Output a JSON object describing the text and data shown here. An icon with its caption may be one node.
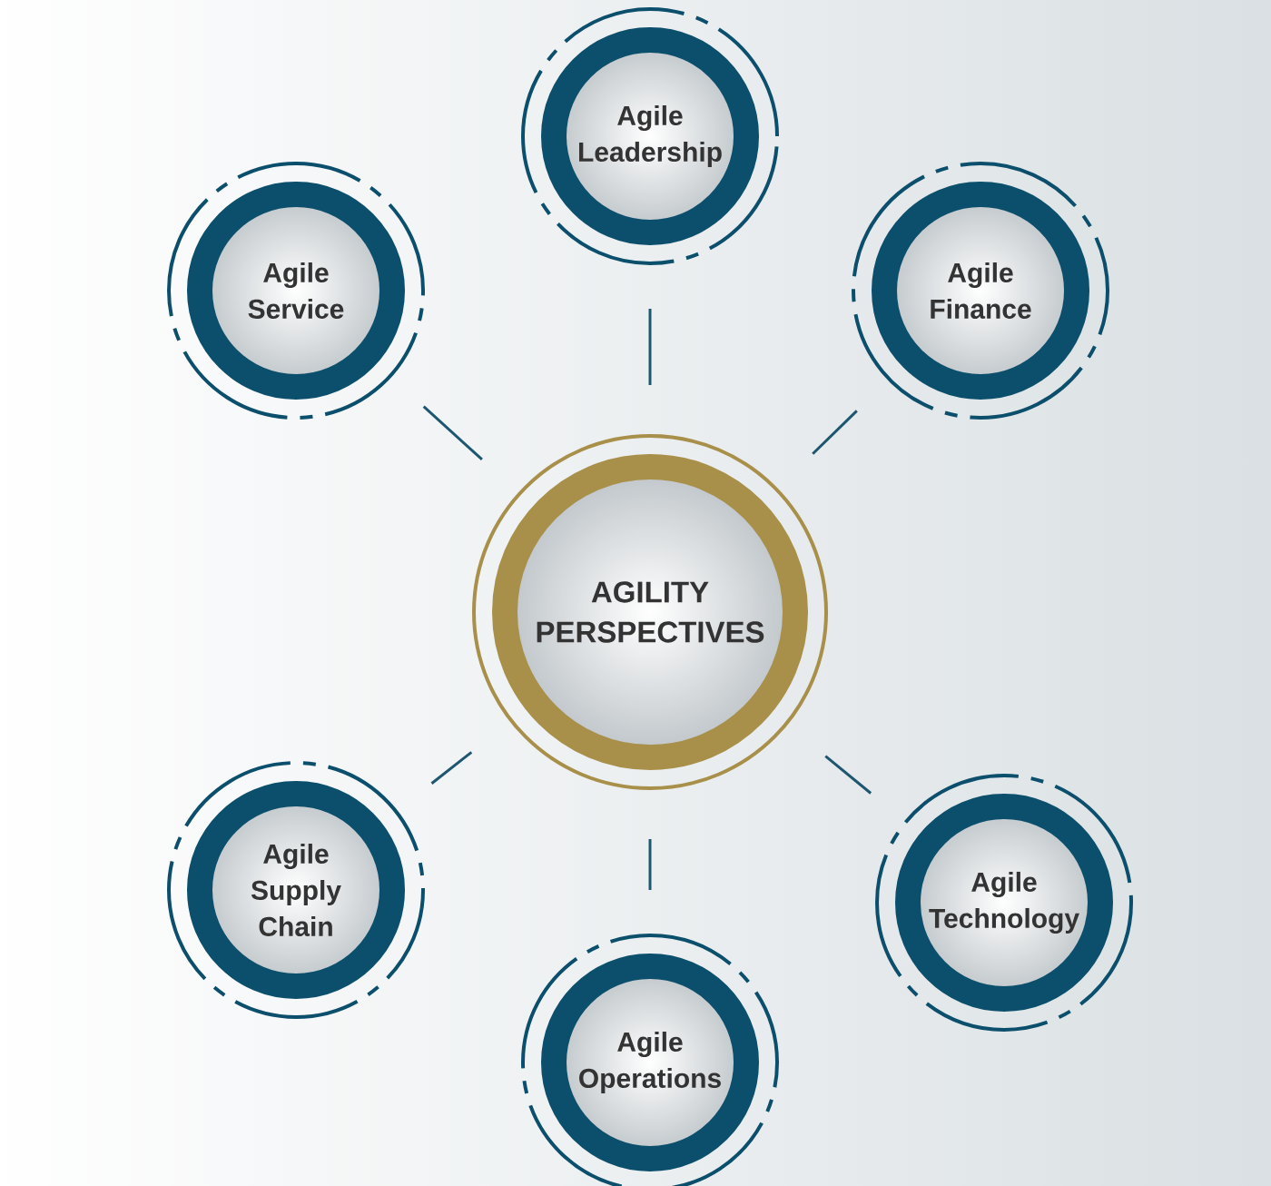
{
  "diagram": {
    "nodes": [
      {
        "text": [
          "AGILITY PERSPECTIVES"
        ]
      },
      {
        "text": [
          "Agile Leadership"
        ]
      },
      {
        "text": [
          "Agile Finance"
        ]
      },
      {
        "text": [
          "Agile Technology"
        ]
      },
      {
        "text": [
          "Agile Operations"
        ]
      },
      {
        "text": [
          "Agile Supply Chain"
        ]
      },
      {
        "text": [
          "Agile Service"
        ]
      }
    ],
    "edges": [
      {
        "from": 0,
        "to": 1,
        "arrow": "none"
      },
      {
        "from": 0,
        "to": 2,
        "arrow": "none"
      },
      {
        "from": 0,
        "to": 3,
        "arrow": "none"
      },
      {
        "from": 0,
        "to": 4,
        "arrow": "none"
      },
      {
        "from": 0,
        "to": 5,
        "arrow": "none"
      },
      {
        "from": 0,
        "to": 6,
        "arrow": "none"
      }
    ]
  }
}
